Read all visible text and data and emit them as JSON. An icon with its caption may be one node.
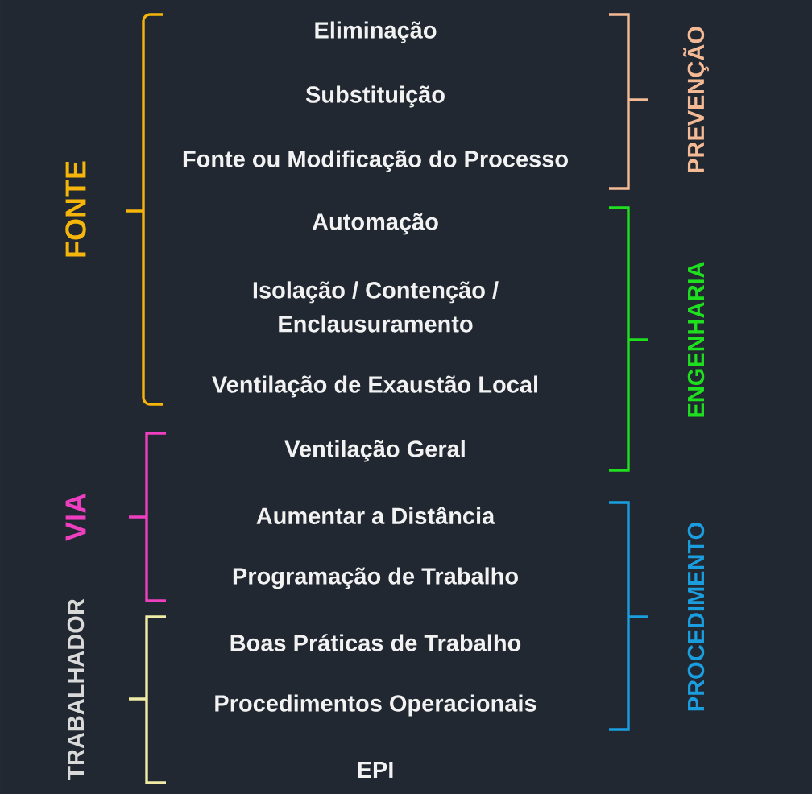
{
  "diagram": {
    "labels": [
      "FONTE",
      "VIA",
      "TRABALHADOR",
      "Eliminação",
      "Substituição",
      "Fonte ou Modificação do Processo",
      "Automação",
      "Isolação / Contenção / Enclausuramento",
      "Ventilação de Exaustão Local",
      "Ventilação Geral",
      "Aumentar a Distância",
      "Programação de Trabalho",
      "Boas Práticas de Trabalho",
      "Procedimentos Operacionais",
      "EPI",
      "PREVENÇÃO",
      "ENGENHARIA",
      "PROCEDIMENTO"
    ]
  }
}
